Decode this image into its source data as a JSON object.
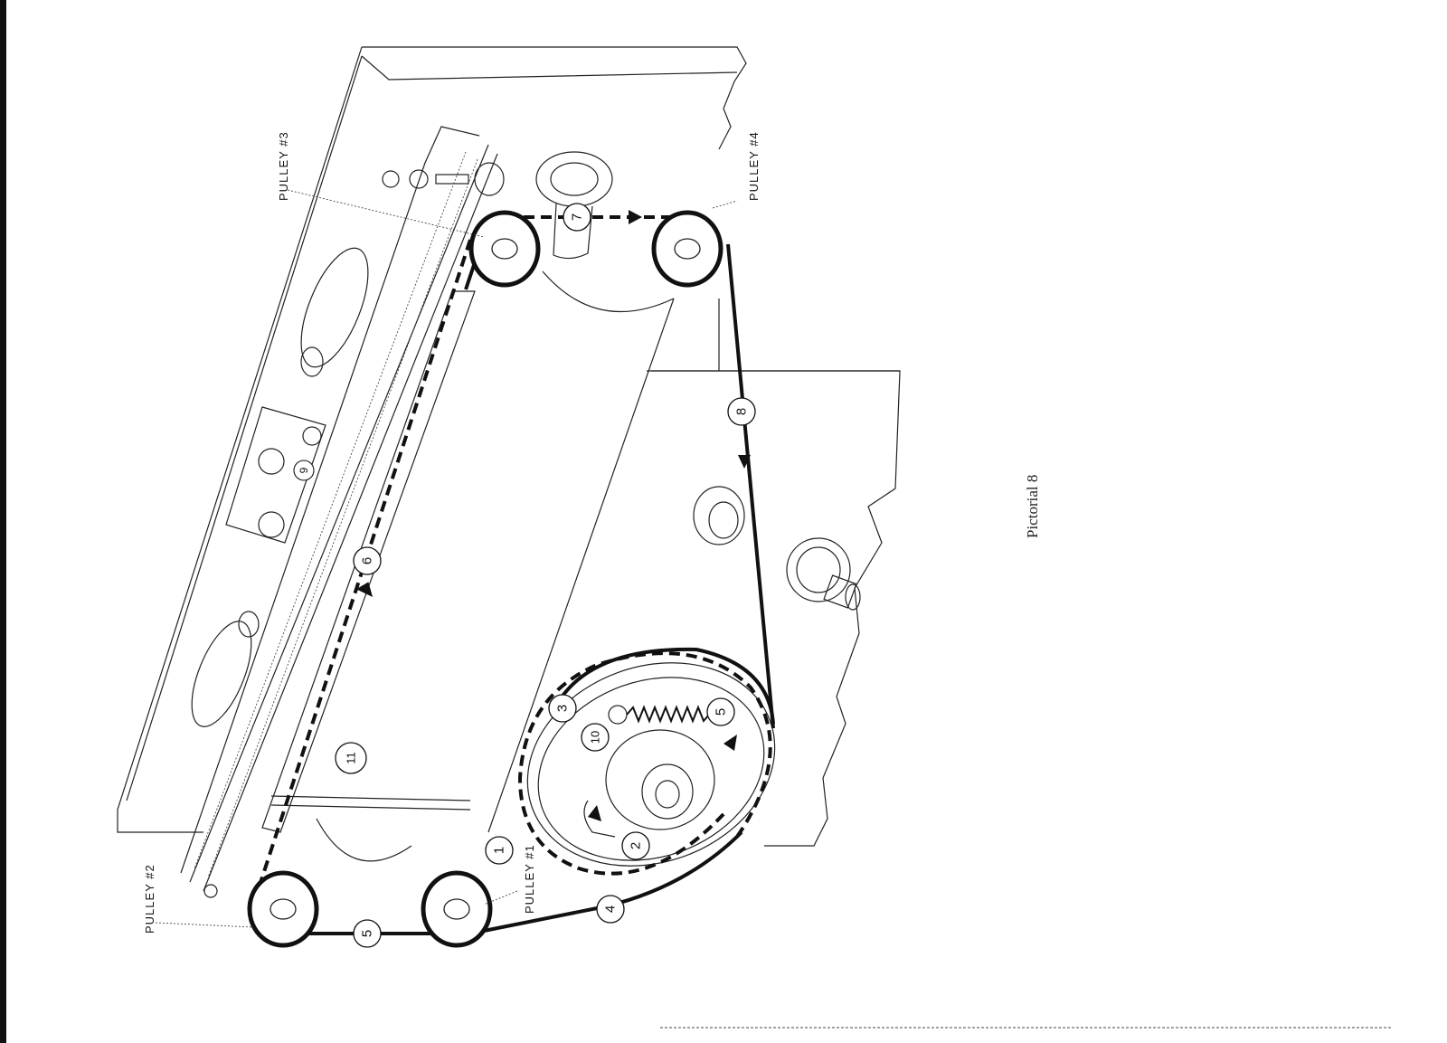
{
  "figure": {
    "caption": "Pictorial 8",
    "pulleys": [
      {
        "id": "p1",
        "label": "PULLEY #1"
      },
      {
        "id": "p2",
        "label": "PULLEY #2"
      },
      {
        "id": "p3",
        "label": "PULLEY #3"
      },
      {
        "id": "p4",
        "label": "PULLEY #4"
      }
    ],
    "step_markers": [
      {
        "id": "s1",
        "text": "1"
      },
      {
        "id": "s2",
        "text": "2"
      },
      {
        "id": "s3",
        "text": "3"
      },
      {
        "id": "s4",
        "text": "4"
      },
      {
        "id": "s5a",
        "text": "5"
      },
      {
        "id": "s5b",
        "text": "5"
      },
      {
        "id": "s6",
        "text": "6"
      },
      {
        "id": "s7",
        "text": "7"
      },
      {
        "id": "s8",
        "text": "8"
      },
      {
        "id": "s9",
        "text": "9"
      },
      {
        "id": "s10",
        "text": "10"
      },
      {
        "id": "s11",
        "text": "11"
      }
    ]
  }
}
